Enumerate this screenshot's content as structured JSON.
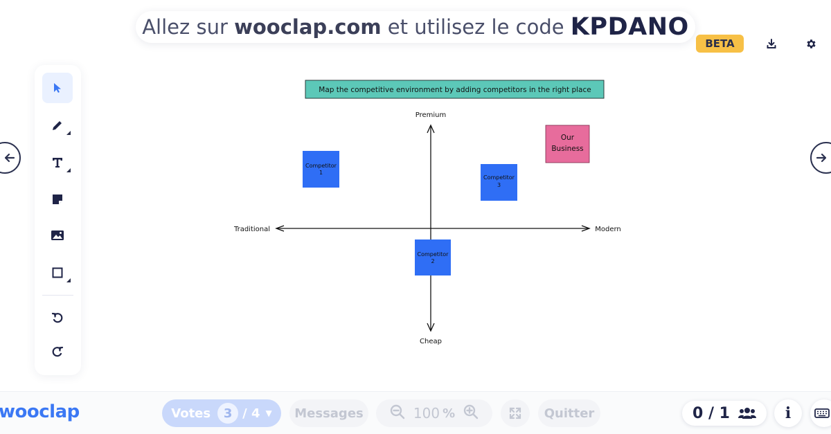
{
  "banner": {
    "prefix": "Allez sur",
    "site": "wooclap.com",
    "middle": "et utilisez le code",
    "code": "KPDANO"
  },
  "badge": {
    "beta": "BETA"
  },
  "icons": {
    "download": "download-icon",
    "settings": "gear-icon",
    "prev": "arrow-left-icon",
    "next": "arrow-right-icon"
  },
  "toolbar": {
    "tools": [
      "select-tool",
      "pen-tool",
      "text-tool",
      "sticky-note-tool",
      "image-tool",
      "shape-tool"
    ],
    "actions": [
      "undo",
      "redo"
    ]
  },
  "board": {
    "title": "Map the competitive environment by adding competitors in the right place",
    "axis_top": "Premium",
    "axis_bottom": "Cheap",
    "axis_left": "Traditional",
    "axis_right": "Modern",
    "notes": [
      {
        "line1": "Competitor",
        "line2": "1",
        "color": "#2f6ef5"
      },
      {
        "line1": "Competitor",
        "line2": "2",
        "color": "#2f6ef5"
      },
      {
        "line1": "Competitor",
        "line2": "3",
        "color": "#2f6ef5"
      },
      {
        "line1": "Our",
        "line2": "Business",
        "color": "#e76c9c"
      }
    ],
    "title_bg": "#5cc8b8"
  },
  "bottom": {
    "logo": "wooclap",
    "votes_label": "Votes",
    "votes_current": "3",
    "votes_total": "/ 4",
    "messages": "Messages",
    "zoom_value": "100",
    "zoom_unit": "%",
    "quit": "Quitter",
    "participants": "0 / 1",
    "info": "i"
  },
  "colors": {
    "accent": "#3b78f4",
    "beta": "#f7c046",
    "dark": "#1f2447"
  }
}
